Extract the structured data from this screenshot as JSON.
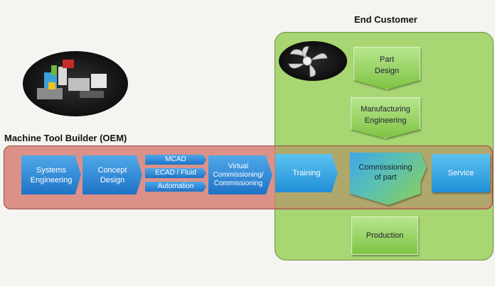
{
  "headings": {
    "end_customer": "End Customer",
    "oem": "Machine Tool Builder (OEM)"
  },
  "oem_steps": {
    "systems_engineering": [
      "Systems",
      "Engineering"
    ],
    "concept_design": [
      "Concept",
      "Design"
    ],
    "mcad": "MCAD",
    "ecad_fluid": "ECAD / Fluid",
    "automation": "Automation",
    "virtual_commissioning": [
      "Virtual",
      "Commissioning/",
      "Commissioning"
    ]
  },
  "customer_steps": {
    "part_design": [
      "Part",
      "Design"
    ],
    "manufacturing_engineering": [
      "Manufacturing",
      "Engineering"
    ],
    "training": "Training",
    "commissioning_of_part": [
      "Commissioning",
      "of part"
    ],
    "service": "Service",
    "production": "Production"
  },
  "colors": {
    "oem_band": "#d6786e",
    "customer_region": "#a8d672",
    "step_blue": "#1f73c7",
    "step_green": "#7fc443"
  }
}
